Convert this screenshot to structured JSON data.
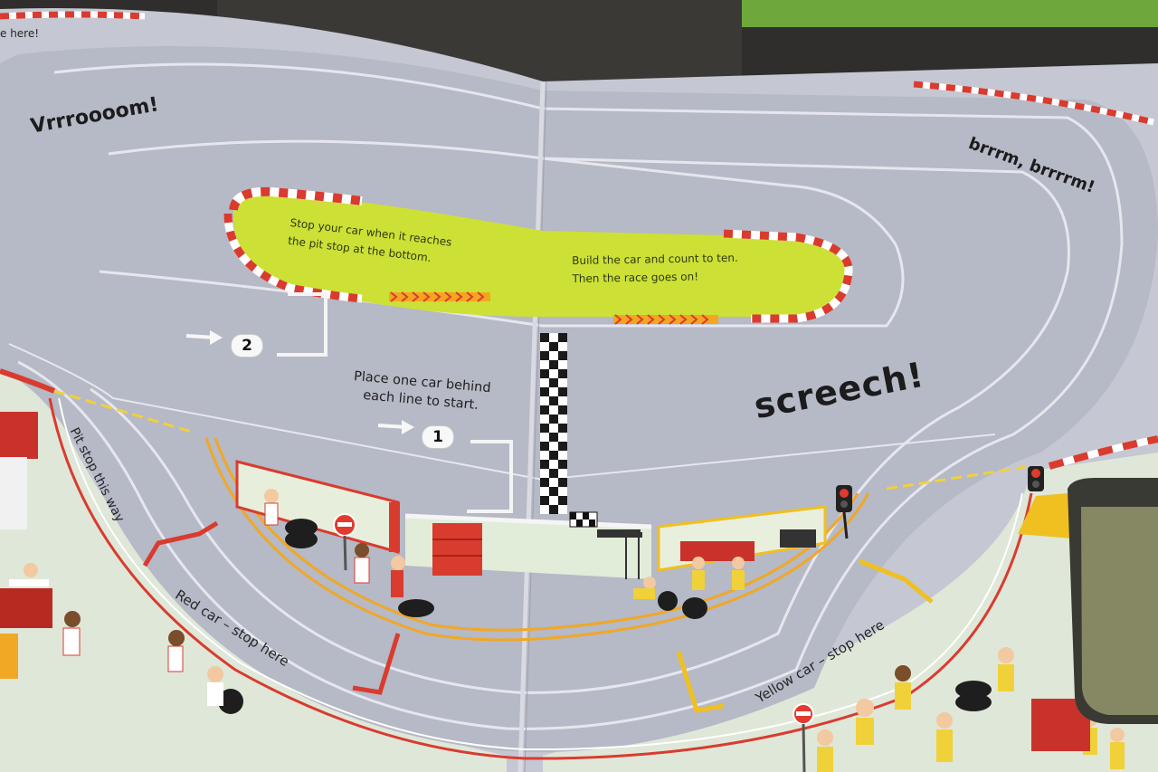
{
  "headlines": {
    "vroom": "Vrrroooom!",
    "brrm": "brrrm, brrrrm!",
    "screech": "screech!"
  },
  "instructions": {
    "pit_left_line1": "Stop your car when it reaches",
    "pit_left_line2": "the pit stop at the bottom.",
    "pit_right_line1": "Build the car and count to ten.",
    "pit_right_line2": "Then the race goes on!",
    "start_line1": "Place one car behind",
    "start_line2": "each line to start."
  },
  "track_labels": {
    "pit_way": "Pit stop this way",
    "red_stop": "Red car – stop here",
    "yellow_stop": "Yellow car – stop here",
    "top_left_fragment": "e here!"
  },
  "start_positions": [
    "2",
    "1"
  ],
  "colors": {
    "track": "#b9bcc8",
    "infield": "#cde035",
    "kerb_red": "#d93b2f",
    "pit_road": "#f0a825",
    "grass": "#dde7d6"
  },
  "icons": [
    "arrow-right-icon",
    "traffic-light-icon",
    "no-entry-sign-icon",
    "checkered-flag-icon"
  ]
}
